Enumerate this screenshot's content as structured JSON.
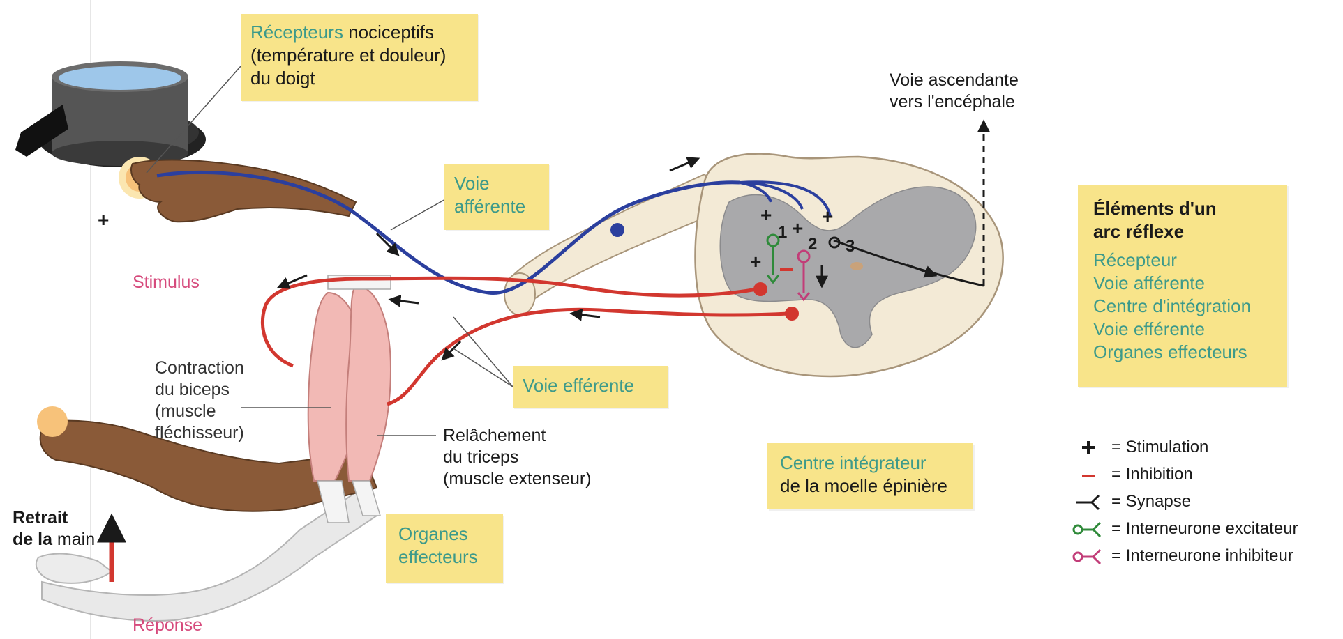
{
  "receptors_box": {
    "highlight": "Récepteurs",
    "rest_line1": " nociceptifs",
    "line2": "(température et douleur)",
    "line3": "du doigt"
  },
  "afferent_box": {
    "line1": "Voie",
    "line2": "afférente"
  },
  "efferent_box": {
    "text": "Voie efférente"
  },
  "integration_box": {
    "line1": "Centre intégrateur",
    "line2": "de la moelle épinière"
  },
  "effectors_box": {
    "line1": "Organes",
    "line2": "effecteurs"
  },
  "elements_box": {
    "title_line1": "Éléments d'un",
    "title_line2": "arc réflexe",
    "items": [
      "Récepteur",
      "Voie afférente",
      "Centre d'intégration",
      "Voie efférente",
      "Organes effecteurs"
    ]
  },
  "ascending": {
    "line1": "Voie ascendante",
    "line2": "vers l'encéphale"
  },
  "stimulus": "Stimulus",
  "response": "Réponse",
  "plus_sign": "+",
  "withdrawal": {
    "line1_bold": "Retrait",
    "line2_bold": "de la",
    "line2_rest": " main"
  },
  "biceps": {
    "line1": "Contraction",
    "line2": "du biceps",
    "line3": "(muscle",
    "line4": "fléchisseur)"
  },
  "triceps": {
    "line1": "Relâchement",
    "line2": "du triceps",
    "line3": "(muscle extenseur)"
  },
  "synapse_numbers": [
    "1",
    "2",
    "3"
  ],
  "legend": [
    {
      "symbol": "plus",
      "text": "= Stimulation"
    },
    {
      "symbol": "minus",
      "text": "= Inhibition"
    },
    {
      "symbol": "synapse",
      "text": "= Synapse"
    },
    {
      "symbol": "excitatory-interneuron",
      "text": "= Interneurone excitateur"
    },
    {
      "symbol": "inhibitory-interneuron",
      "text": "= Interneurone inhibiteur"
    }
  ],
  "colors": {
    "box": "#f8e48a",
    "teal": "#3d9a8a",
    "afferent": "#2b3f9e",
    "efferent": "#d2372f",
    "excitatory": "#2f8a3a",
    "inhibitory": "#c23d78",
    "grey_matter": "#a9a9ab",
    "white_matter": "#f3ead6"
  }
}
